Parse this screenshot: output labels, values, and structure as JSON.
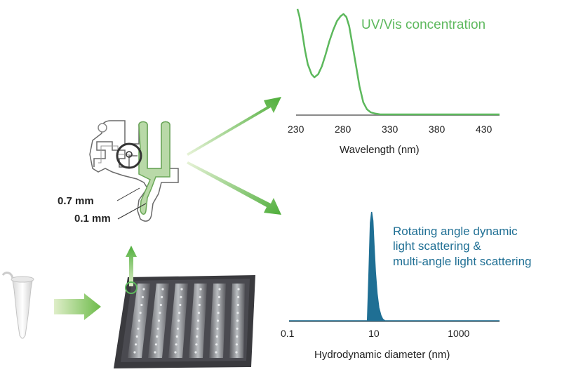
{
  "colors": {
    "green": "#5cb85c",
    "blue": "#1f6f94",
    "axis": "#8a8a8a",
    "plate": "#3a3a3e",
    "chip_fill": "#b9d9a8"
  },
  "chip": {
    "dim_top": "0.7 mm",
    "dim_bottom": "0.1 mm"
  },
  "uv_chart": {
    "type": "line",
    "title": "UV/Vis concentration",
    "xlabel": "Wavelength (nm)",
    "x_ticks": [
      "230",
      "280",
      "330",
      "380",
      "430"
    ],
    "xlim": [
      230,
      445
    ],
    "ylim": [
      0,
      1
    ],
    "series": [
      {
        "x": [
          230,
          232,
          235,
          238,
          241,
          245,
          248,
          252,
          256,
          260,
          264,
          268,
          272,
          276,
          279,
          282,
          285,
          288,
          292,
          296,
          300,
          304,
          308,
          312,
          318,
          330,
          380,
          445
        ],
        "y": [
          1.05,
          0.98,
          0.82,
          0.64,
          0.5,
          0.4,
          0.37,
          0.4,
          0.48,
          0.6,
          0.73,
          0.84,
          0.93,
          0.98,
          1.0,
          0.97,
          0.88,
          0.72,
          0.5,
          0.28,
          0.12,
          0.05,
          0.02,
          0.01,
          0.0,
          0.0,
          0.0,
          0.0
        ]
      }
    ]
  },
  "dls_chart": {
    "type": "area",
    "title_lines": "Rotating angle dynamic\nlight scattering &\nmulti-angle light scattering",
    "xlabel": "Hydrodynamic diameter (nm)",
    "x_ticks": [
      "0.1",
      "10",
      "1000"
    ],
    "x_tick_values": [
      0.1,
      10,
      1000
    ],
    "log_x": true,
    "xlim": [
      0.1,
      9000
    ],
    "ylim": [
      0,
      1
    ],
    "series": [
      {
        "x": [
          0.1,
          7.0,
          7.6,
          8.2,
          8.8,
          9.4,
          10.0,
          10.8,
          11.8,
          13.0,
          14.5,
          16.0,
          18.0,
          9000
        ],
        "y": [
          0.0,
          0.0,
          0.45,
          0.9,
          1.0,
          0.92,
          0.7,
          0.45,
          0.25,
          0.12,
          0.05,
          0.015,
          0.0,
          0.0
        ]
      }
    ]
  }
}
